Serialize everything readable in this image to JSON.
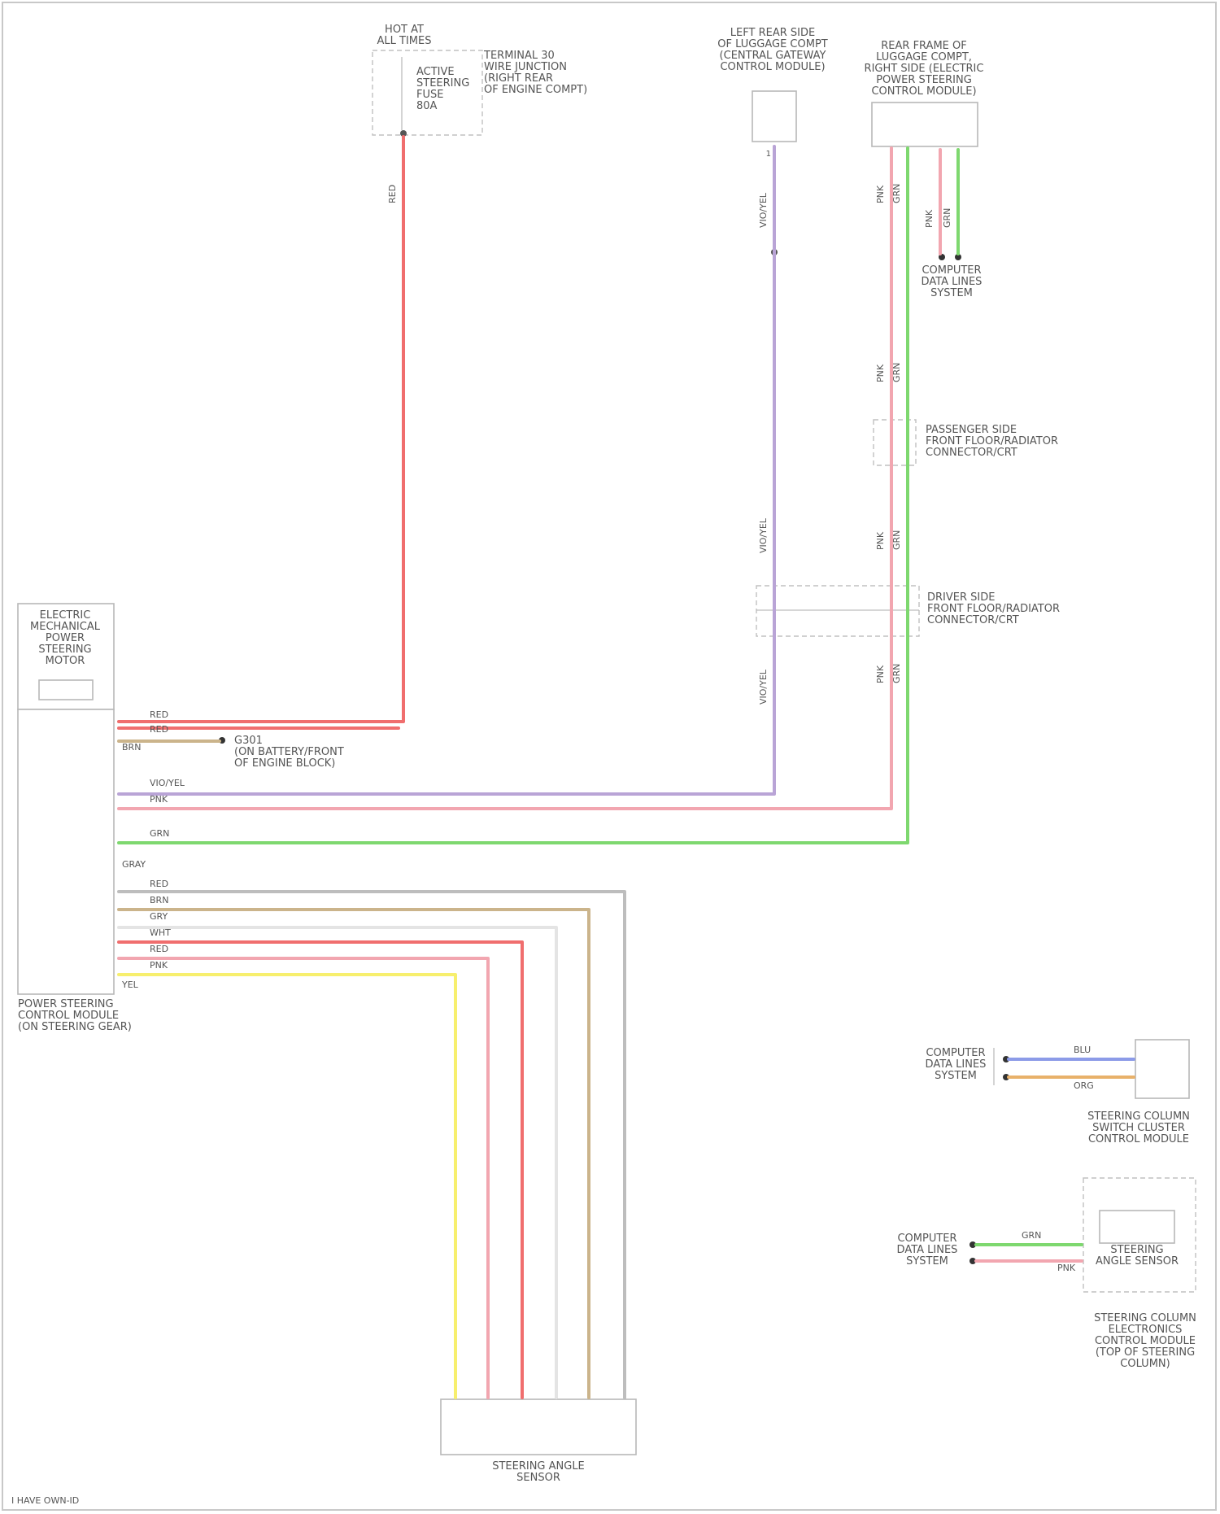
{
  "colors": {
    "red": "#f06e6e",
    "pink": "#f2a6b0",
    "violet": "#b9a4d6",
    "green": "#7ed86f",
    "tan": "#cbb48b",
    "gray": "#bdbdbd",
    "white": "#e4e4e4",
    "yellow": "#f7ef6e",
    "blue": "#8c9be8",
    "orange": "#e8b16a",
    "text": "#555555",
    "frame": "#c8c8c8"
  },
  "components": {
    "hot_at_all_times": "HOT AT\nALL TIMES",
    "fuse_block": "TERMINAL 30\nWIRE JUNCTION\n(RIGHT REAR\nOF ENGINE COMPT)",
    "fuse_label": "ACTIVE\nSTEERING\nFUSE\n80A",
    "left_rear_side": "LEFT REAR SIDE\nOF LUGGAGE COMPT\n(CENTRAL GATEWAY\nCONTROL MODULE)",
    "rear_footwell": "REAR FRAME OF\nLUGGAGE COMPT,\nRIGHT SIDE (ELECTRIC\nPOWER STEERING\nCONTROL MODULE)",
    "data_link": "COMPUTER\nDATA LINES\nSYSTEM",
    "passenger_side_conn": "PASSENGER SIDE\nFRONT FLOOR/RADIATOR\nCONNECTOR/CRT",
    "driver_side_conn": "DRIVER SIDE\nFRONT FLOOR/RADIATOR\nCONNECTOR/CRT",
    "electric_motor": "ELECTRIC\nMECHANICAL\nPOWER\nSTEERING\nMOTOR",
    "eps_module": "POWER STEERING\nCONTROL MODULE\n(ON STEERING GEAR)",
    "ground": "G301\n(ON BATTERY/FRONT\nOF ENGINE BLOCK)",
    "torque_sensor": "STEERING ANGLE\nSENSOR",
    "steering_column_module": "STEERING COLUMN\nSWITCH CLUSTER\nCONTROL MODULE",
    "steering_angle": "STEERING\nANGLE SENSOR",
    "steering_cluster_full": "STEERING COLUMN\nELECTRONICS\nCONTROL MODULE\n(TOP OF STEERING\nCOLUMN)",
    "data_link_2": "COMPUTER\nDATA LINES\nSYSTEM",
    "data_link_3": "COMPUTER\nDATA LINES\nSYSTEM",
    "footer": "I HAVE OWN-ID"
  },
  "wires": {
    "fuse_out": "RED",
    "cgm_out": "VIO/YEL",
    "cgm_mid": "VIO/YEL",
    "cgm_low": "VIO/YEL",
    "pink_a": "PNK",
    "pink_b": "PNK",
    "green_a": "GRN",
    "green_b": "GRN",
    "pk1": "PNK",
    "pk2": "PNK",
    "pk3": "PNK",
    "gn1": "GRN",
    "gn2": "GRN",
    "gn3": "GRN",
    "eps_red": "RED",
    "eps_red2": "RED",
    "eps_brn": "BRN",
    "eps_vio": "VIO/YEL",
    "eps_pnk": "PNK",
    "eps_grn": "GRN",
    "eps_gry": "GRAY",
    "s1": "RED",
    "s2": "BRN",
    "s3": "GRY",
    "s4": "WHT",
    "s5": "RED",
    "s6": "PNK",
    "s7": "YEL",
    "s8": "BLU",
    "b1": "BLU",
    "b2": "ORG",
    "g1": "GRN",
    "g2": "PNK"
  }
}
